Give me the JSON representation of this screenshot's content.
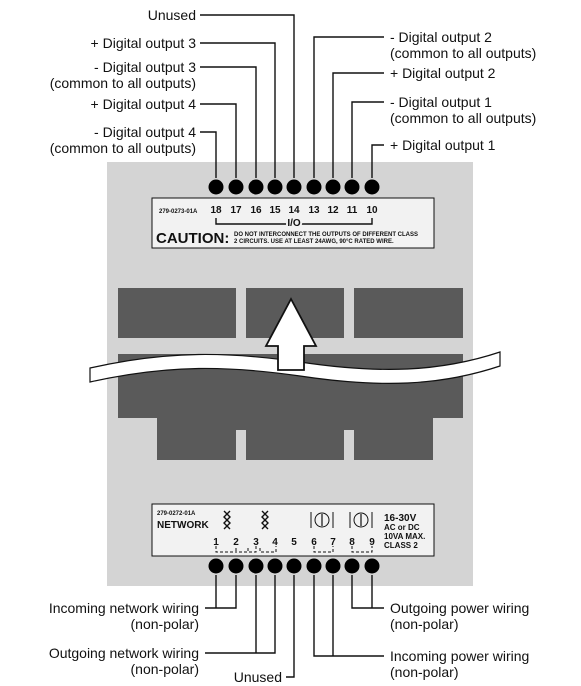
{
  "top_labels": {
    "unused": "Unused",
    "plus_out3": "+ Digital output 3",
    "minus_out3_l1": "- Digital output 3",
    "minus_out3_l2": "(common to all outputs)",
    "plus_out4": "+ Digital output 4",
    "minus_out4_l1": "- Digital output 4",
    "minus_out4_l2": "(common to all outputs)",
    "minus_out2_l1": "- Digital output 2",
    "minus_out2_l2": "(common to all outputs)",
    "plus_out2": "+ Digital output 2",
    "minus_out1_l1": "- Digital output 1",
    "minus_out1_l2": "(common to all outputs)",
    "plus_out1": "+ Digital output 1"
  },
  "io_panel": {
    "part_number": "279-0273-01A",
    "pins": [
      "18",
      "17",
      "16",
      "15",
      "14",
      "13",
      "12",
      "11",
      "10"
    ],
    "io_label": "I/O",
    "caution_word": "CAUTION:",
    "caution_line1": "DO NOT INTERCONNECT THE OUTPUTS OF DIFFERENT CLASS",
    "caution_line2": "2 CIRCUITS. USE AT LEAST 24AWG, 90°C RATED WIRE."
  },
  "network_panel": {
    "part_number": "279-0272-01A",
    "network_label": "NETWORK",
    "pins": [
      "1",
      "2",
      "3",
      "4",
      "5",
      "6",
      "7",
      "8",
      "9"
    ],
    "power_spec": [
      "16-30V",
      "AC or DC",
      "10VA MAX.",
      "CLASS 2"
    ]
  },
  "bottom_labels": {
    "incoming_network_l1": "Incoming network wiring",
    "incoming_network_l2": "(non-polar)",
    "outgoing_network_l1": "Outgoing network wiring",
    "outgoing_network_l2": "(non-polar)",
    "unused": "Unused",
    "outgoing_power_l1": "Outgoing power wiring",
    "outgoing_power_l2": "(non-polar)",
    "incoming_power_l1": "Incoming power wiring",
    "incoming_power_l2": "(non-polar)"
  },
  "colors": {
    "body": "#d4d4d4",
    "label_panel": "#f2f2f2",
    "dark_gray": "#5a5a5a",
    "terminal": "#000000"
  }
}
